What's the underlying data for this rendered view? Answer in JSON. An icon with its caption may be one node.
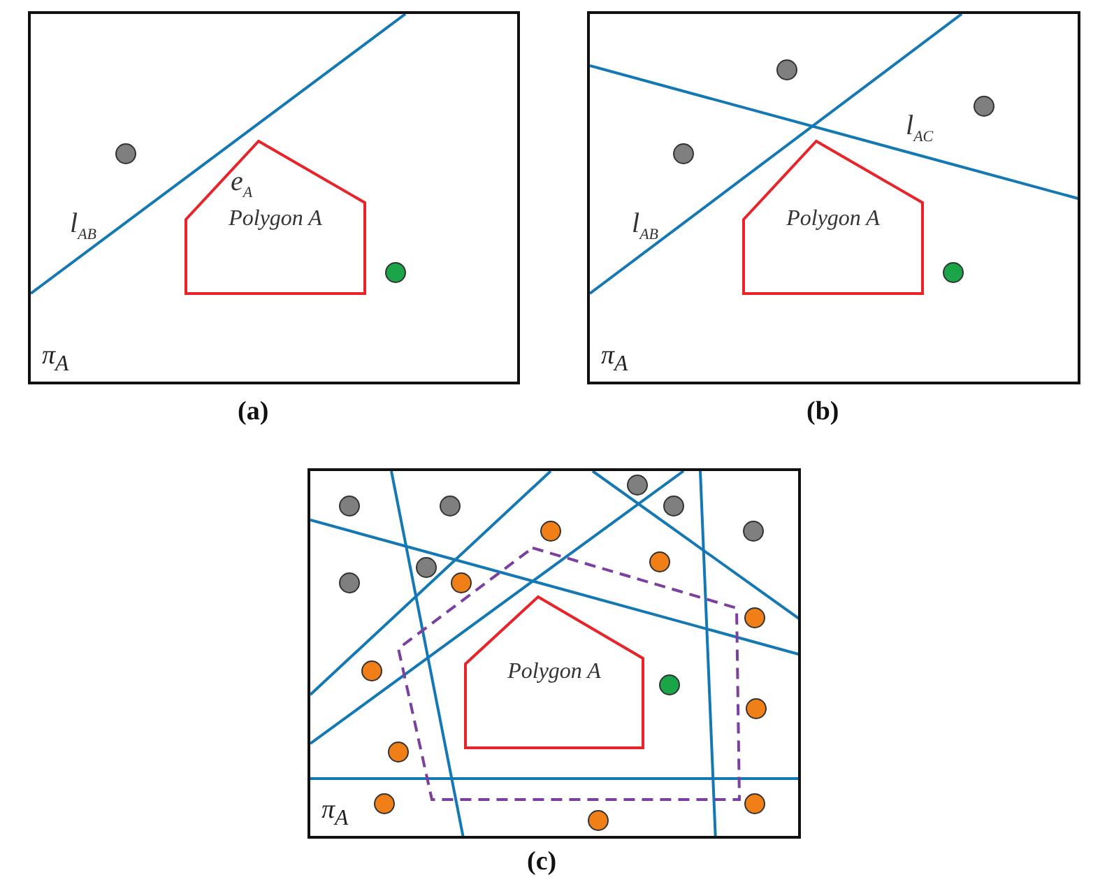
{
  "diagram": {
    "nodes": [
      {
        "text": [
          "π$_{A}$"
        ],
        "beside": [
          "(a)"
        ]
      },
      {
        "text": [
          "Polygon A"
        ],
        "in": 0
      },
      {
        "text": [
          "π$_{A}$"
        ],
        "beside": [
          "(b)"
        ]
      },
      {
        "text": [
          "Polygon A"
        ],
        "in": 2
      },
      {
        "text": [
          "π$_{A}$"
        ],
        "beside": [
          "(c)"
        ]
      },
      {
        "text": [
          "Polygon A"
        ],
        "in": 4
      }
    ],
    "edges": [],
    "labels": [
      "e$_{A}$",
      "l$_{AB}$",
      "l$_{AC}$",
      "l$_{AB}$"
    ]
  }
}
